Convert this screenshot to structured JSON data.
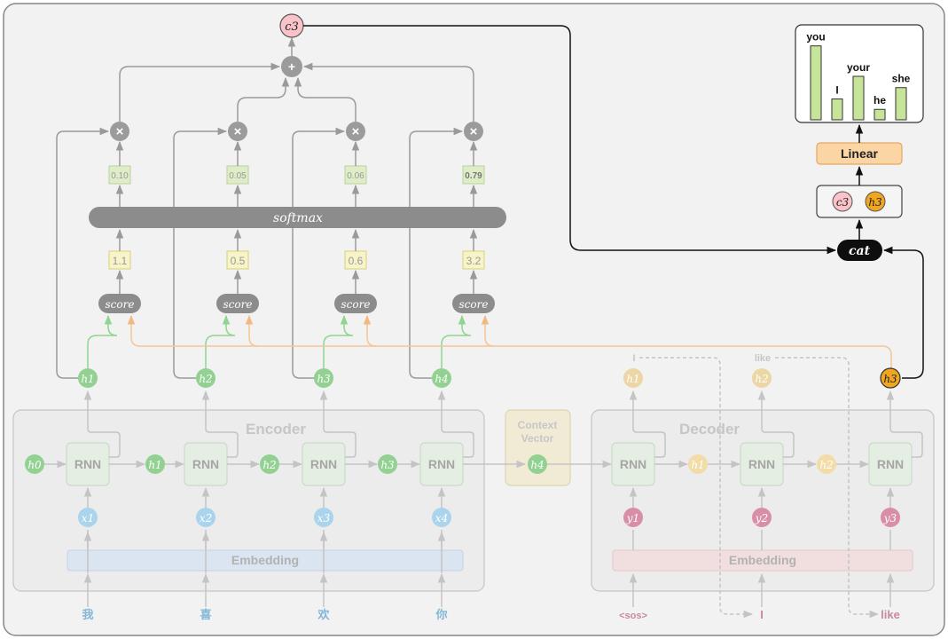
{
  "colors": {
    "background": "#f2f2f2",
    "frame_border": "#888888",
    "panel_fill": "#ececec",
    "panel_border": "#c4c4c4",
    "arrow": "#9a9a9a",
    "dark_arrow": "#111111",
    "green_node": "#92d192",
    "green_line": "#90d890",
    "orange_line": "#f6c596",
    "blue_node": "#a9d4ec",
    "pink_node": "#d88ea6",
    "decoder_hidden": "#f2dca8",
    "decoder_output": "#ecd6a6",
    "orange_active": "#f0a621",
    "pink_context": "#f9c3c9",
    "yellow_box": "#f7f4c9",
    "green_box": "#deecc8",
    "bar_fill": "#c6e59a",
    "linear_fill": "#fcd5a4",
    "rnn_fill": "#e5eee2",
    "context_fill": "#f1ebd6",
    "embed_enc_fill": "#dbe4f1",
    "embed_dec_fill": "#f1dfe0",
    "softmax_fill": "#8c8c8c",
    "score_fill": "#8c8c8c",
    "op_fill": "#9b9b9b",
    "input_text": "#84b6d8",
    "decoder_input_text": "#c7899f",
    "faded_text": "#c6c6c6"
  },
  "icons": {
    "sum": "plus-circle-icon",
    "multiply": "times-circle-icon"
  },
  "encoder": {
    "title": "Encoder",
    "rnn_label": "RNN",
    "embedding_label": "Embedding",
    "initial_hidden": "h0",
    "hidden_states": [
      "h1",
      "h2",
      "h3",
      "h4"
    ],
    "embeddings": [
      "x1",
      "x2",
      "x3",
      "x4"
    ],
    "inputs": [
      "我",
      "喜",
      "欢",
      "你"
    ]
  },
  "context_vector": {
    "title_line1": "Context",
    "title_line2": "Vector",
    "state": "h4"
  },
  "decoder": {
    "title": "Decoder",
    "rnn_label": "RNN",
    "embedding_label": "Embedding",
    "hidden_states": [
      "h1",
      "h2"
    ],
    "outputs": [
      "h1",
      "h2",
      "h3"
    ],
    "embeddings": [
      "y1",
      "y2",
      "y3"
    ],
    "inputs": [
      "<sos>",
      "I",
      "like"
    ],
    "predicted_words": [
      "I",
      "like"
    ]
  },
  "attention": {
    "scores": [
      "1.1",
      "0.5",
      "0.6",
      "3.2"
    ],
    "weights": [
      "0.10",
      "0.05",
      "0.06",
      "0.79"
    ],
    "softmax_label": "softmax",
    "score_label": "score",
    "context_label": "c3",
    "cat_label": "cat",
    "linear_label": "Linear",
    "concat_items": [
      "c3",
      "h3"
    ]
  },
  "output_distribution": {
    "words": [
      "you",
      "I",
      "your",
      "he",
      "she"
    ],
    "probabilities": [
      0.85,
      0.24,
      0.5,
      0.12,
      0.37
    ]
  }
}
